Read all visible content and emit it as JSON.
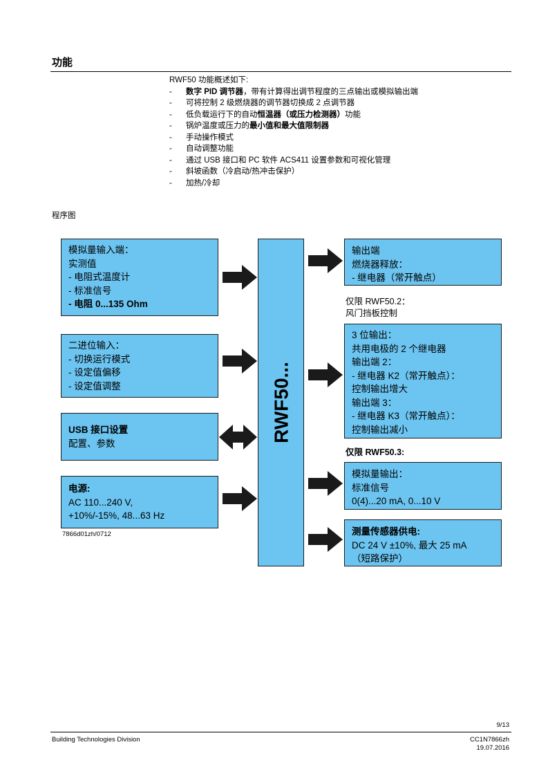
{
  "heading": "功能",
  "intro": "RWF50 功能概述如下:",
  "features": [
    {
      "dash": "-",
      "parts": [
        {
          "t": "数字 PID 调节器",
          "b": true
        },
        {
          "t": "，带有计算得出调节程度的三点输出或模拟输出端",
          "b": false
        }
      ]
    },
    {
      "dash": "-",
      "parts": [
        {
          "t": "可将控制 2 级燃烧器的调节器切换成 2 点调节器",
          "b": false
        }
      ]
    },
    {
      "dash": "-",
      "parts": [
        {
          "t": "低负载运行下的自动",
          "b": false
        },
        {
          "t": "恒温器（或压力检测器）",
          "b": true
        },
        {
          "t": "功能",
          "b": false
        }
      ]
    },
    {
      "dash": "-",
      "parts": [
        {
          "t": "锅炉温度或压力的",
          "b": false
        },
        {
          "t": "最小值和最大值限制器",
          "b": true
        }
      ]
    },
    {
      "dash": "-",
      "parts": [
        {
          "t": "手动操作模式",
          "b": false
        }
      ]
    },
    {
      "dash": "-",
      "parts": [
        {
          "t": "自动调整功能",
          "b": false
        }
      ]
    },
    {
      "dash": "-",
      "parts": [
        {
          "t": "通过 USB 接口和 PC 软件 ACS411 设置参数和可视化管理",
          "b": false
        }
      ]
    },
    {
      "dash": "-",
      "parts": [
        {
          "t": "斜坡函数（冷启动/热冲击保护）",
          "b": false
        }
      ]
    },
    {
      "dash": "-",
      "parts": [
        {
          "t": "加热/冷却",
          "b": false
        }
      ]
    }
  ],
  "figure_label": "程序图",
  "center_label": "RWF50...",
  "inputs": [
    {
      "lines": [
        "模拟量输入端：",
        "实测值",
        "- 电阻式温度计",
        "- 标准信号",
        "- 电阻 0...135 Ohm"
      ]
    },
    {
      "lines": [
        "二进位输入：",
        "- 切换运行模式",
        "- 设定值偏移",
        "- 设定值调整"
      ]
    },
    {
      "lines": [
        "USB 接口设置",
        "配置、参数"
      ]
    },
    {
      "lines": [
        "电源:",
        "AC 110...240 V,",
        "+10%/-15%, 48...63 Hz"
      ]
    }
  ],
  "outputs": [
    {
      "lines": [
        "输出端",
        "燃烧器释放：",
        "- 继电器（常开触点）"
      ]
    },
    {
      "lines": [
        "3 位输出：",
        "共用电极的 2 个继电器",
        "输出端 2：",
        "- 继电器 K2（常开触点）：",
        "控制输出增大",
        "输出端 3：",
        "- 继电器 K3（常开触点）：",
        "控制输出减小"
      ]
    },
    {
      "lines": [
        "模拟量输出：",
        "标准信号",
        "0(4)...20 mA, 0...10 V"
      ]
    },
    {
      "lines": [
        "测量传感器供电:",
        "DC 24 V ±10%, 最大 25 mA",
        "（短路保护）"
      ]
    }
  ],
  "notes": {
    "rwf502_line1": "仅限 RWF50.2：",
    "rwf502_line2": "风门挡板控制",
    "rwf503": "仅限 RWF50.3:"
  },
  "drawing_code": "7866d01zh/0712",
  "footer": {
    "page": "9/13",
    "division": "Building Technologies Division",
    "doc_id": "CC1N7866zh",
    "date": "19.07.2016"
  },
  "colors": {
    "box_fill": "#6cc4f0",
    "arrow": "#1a1a1a"
  }
}
